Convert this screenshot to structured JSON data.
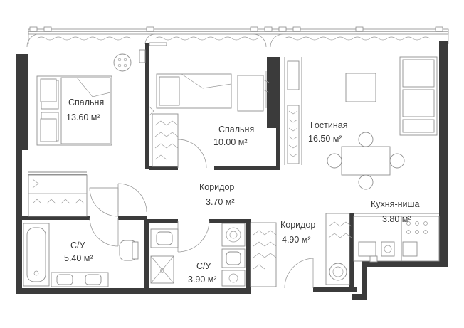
{
  "rooms": [
    {
      "id": "bedroom-1",
      "name": "Спальня",
      "area": "13.60 м²"
    },
    {
      "id": "bedroom-2",
      "name": "Спальня",
      "area": "10.00 м²"
    },
    {
      "id": "living-room",
      "name": "Гостиная",
      "area": "16.50 м²"
    },
    {
      "id": "corridor-1",
      "name": "Коридор",
      "area": "3.70 м²"
    },
    {
      "id": "corridor-2",
      "name": "Коридор",
      "area": "4.90 м²"
    },
    {
      "id": "kitchen-niche",
      "name": "Кухня-ниша",
      "area": "3.80 м²"
    },
    {
      "id": "bathroom-1",
      "name": "С/У",
      "area": "5.40 м²"
    },
    {
      "id": "bathroom-2",
      "name": "С/У",
      "area": "3.90 м²"
    }
  ],
  "colors": {
    "wall": "#3b3b3b",
    "line": "#8a8a8a",
    "background": "#ffffff"
  }
}
